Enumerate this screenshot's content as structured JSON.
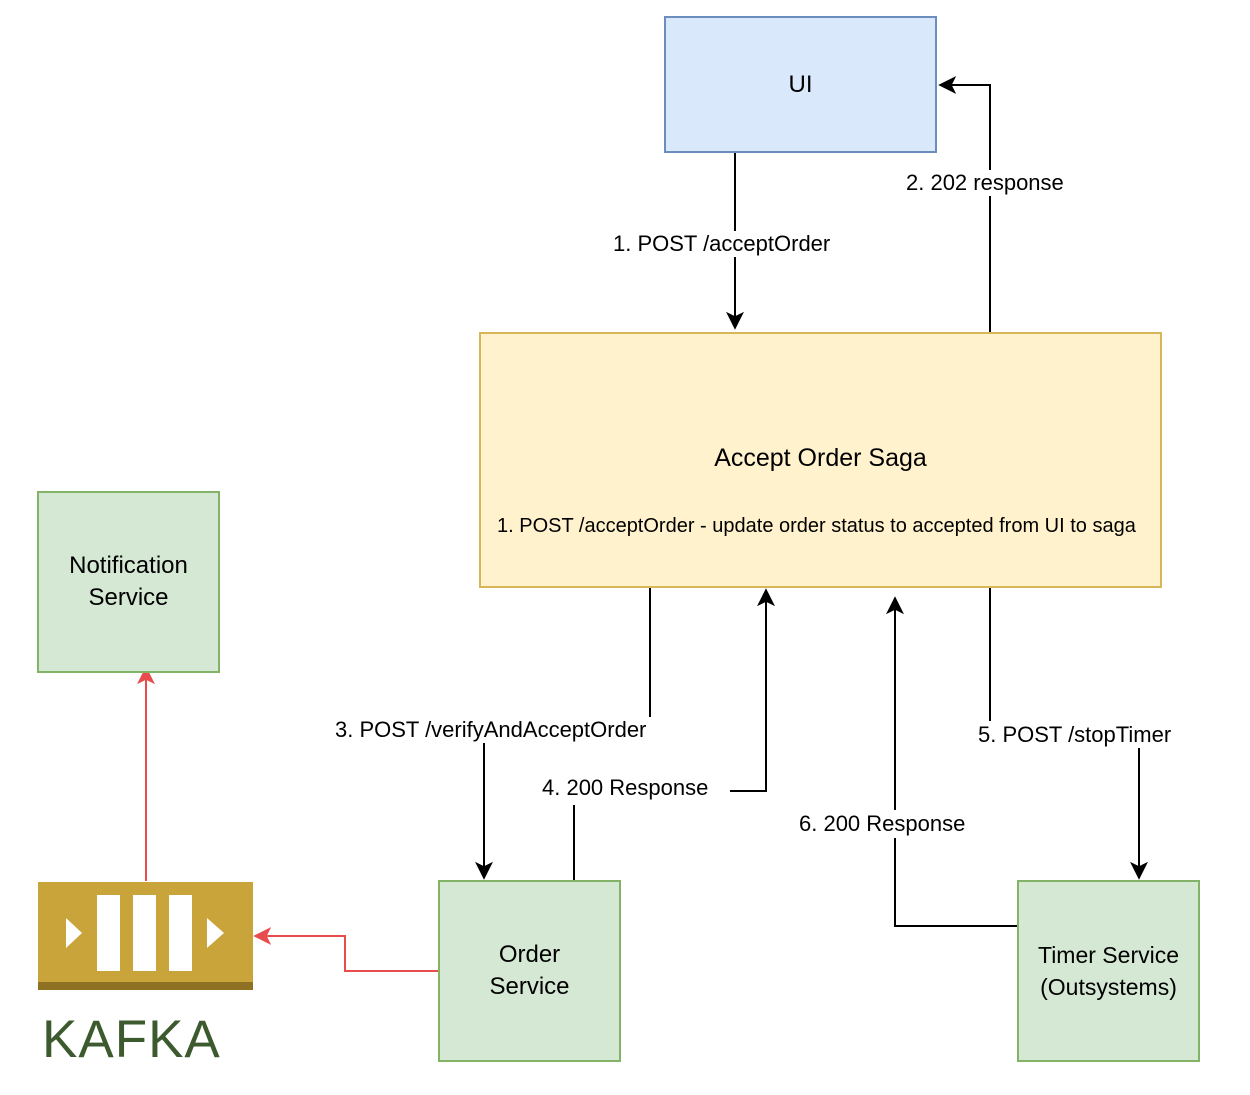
{
  "nodes": {
    "ui": "UI",
    "saga_title": "Accept Order Saga",
    "saga_note": "1. POST /acceptOrder - update order status to accepted from UI to saga",
    "notification_line1": "Notification",
    "notification_line2": "Service",
    "order_line1": "Order",
    "order_line2": "Service",
    "timer_line1": "Timer Service",
    "timer_line2": "(Outsystems)",
    "kafka": "KAFKA"
  },
  "edges": {
    "e1": "1. POST /acceptOrder",
    "e2": "2. 202 response",
    "e3": "3. POST /verifyAndAcceptOrder",
    "e4": "4. 200 Response",
    "e5": "5. POST /stopTimer",
    "e6": "6. 200 Response"
  },
  "colors": {
    "ui_fill": "#dae8fc",
    "saga_fill": "#fff2cc",
    "service_fill": "#d5e8d4",
    "kafka_gold": "#c9a43a",
    "event_arrow": "#e84c4c"
  },
  "icons": [
    "kafka-queue-icon"
  ]
}
